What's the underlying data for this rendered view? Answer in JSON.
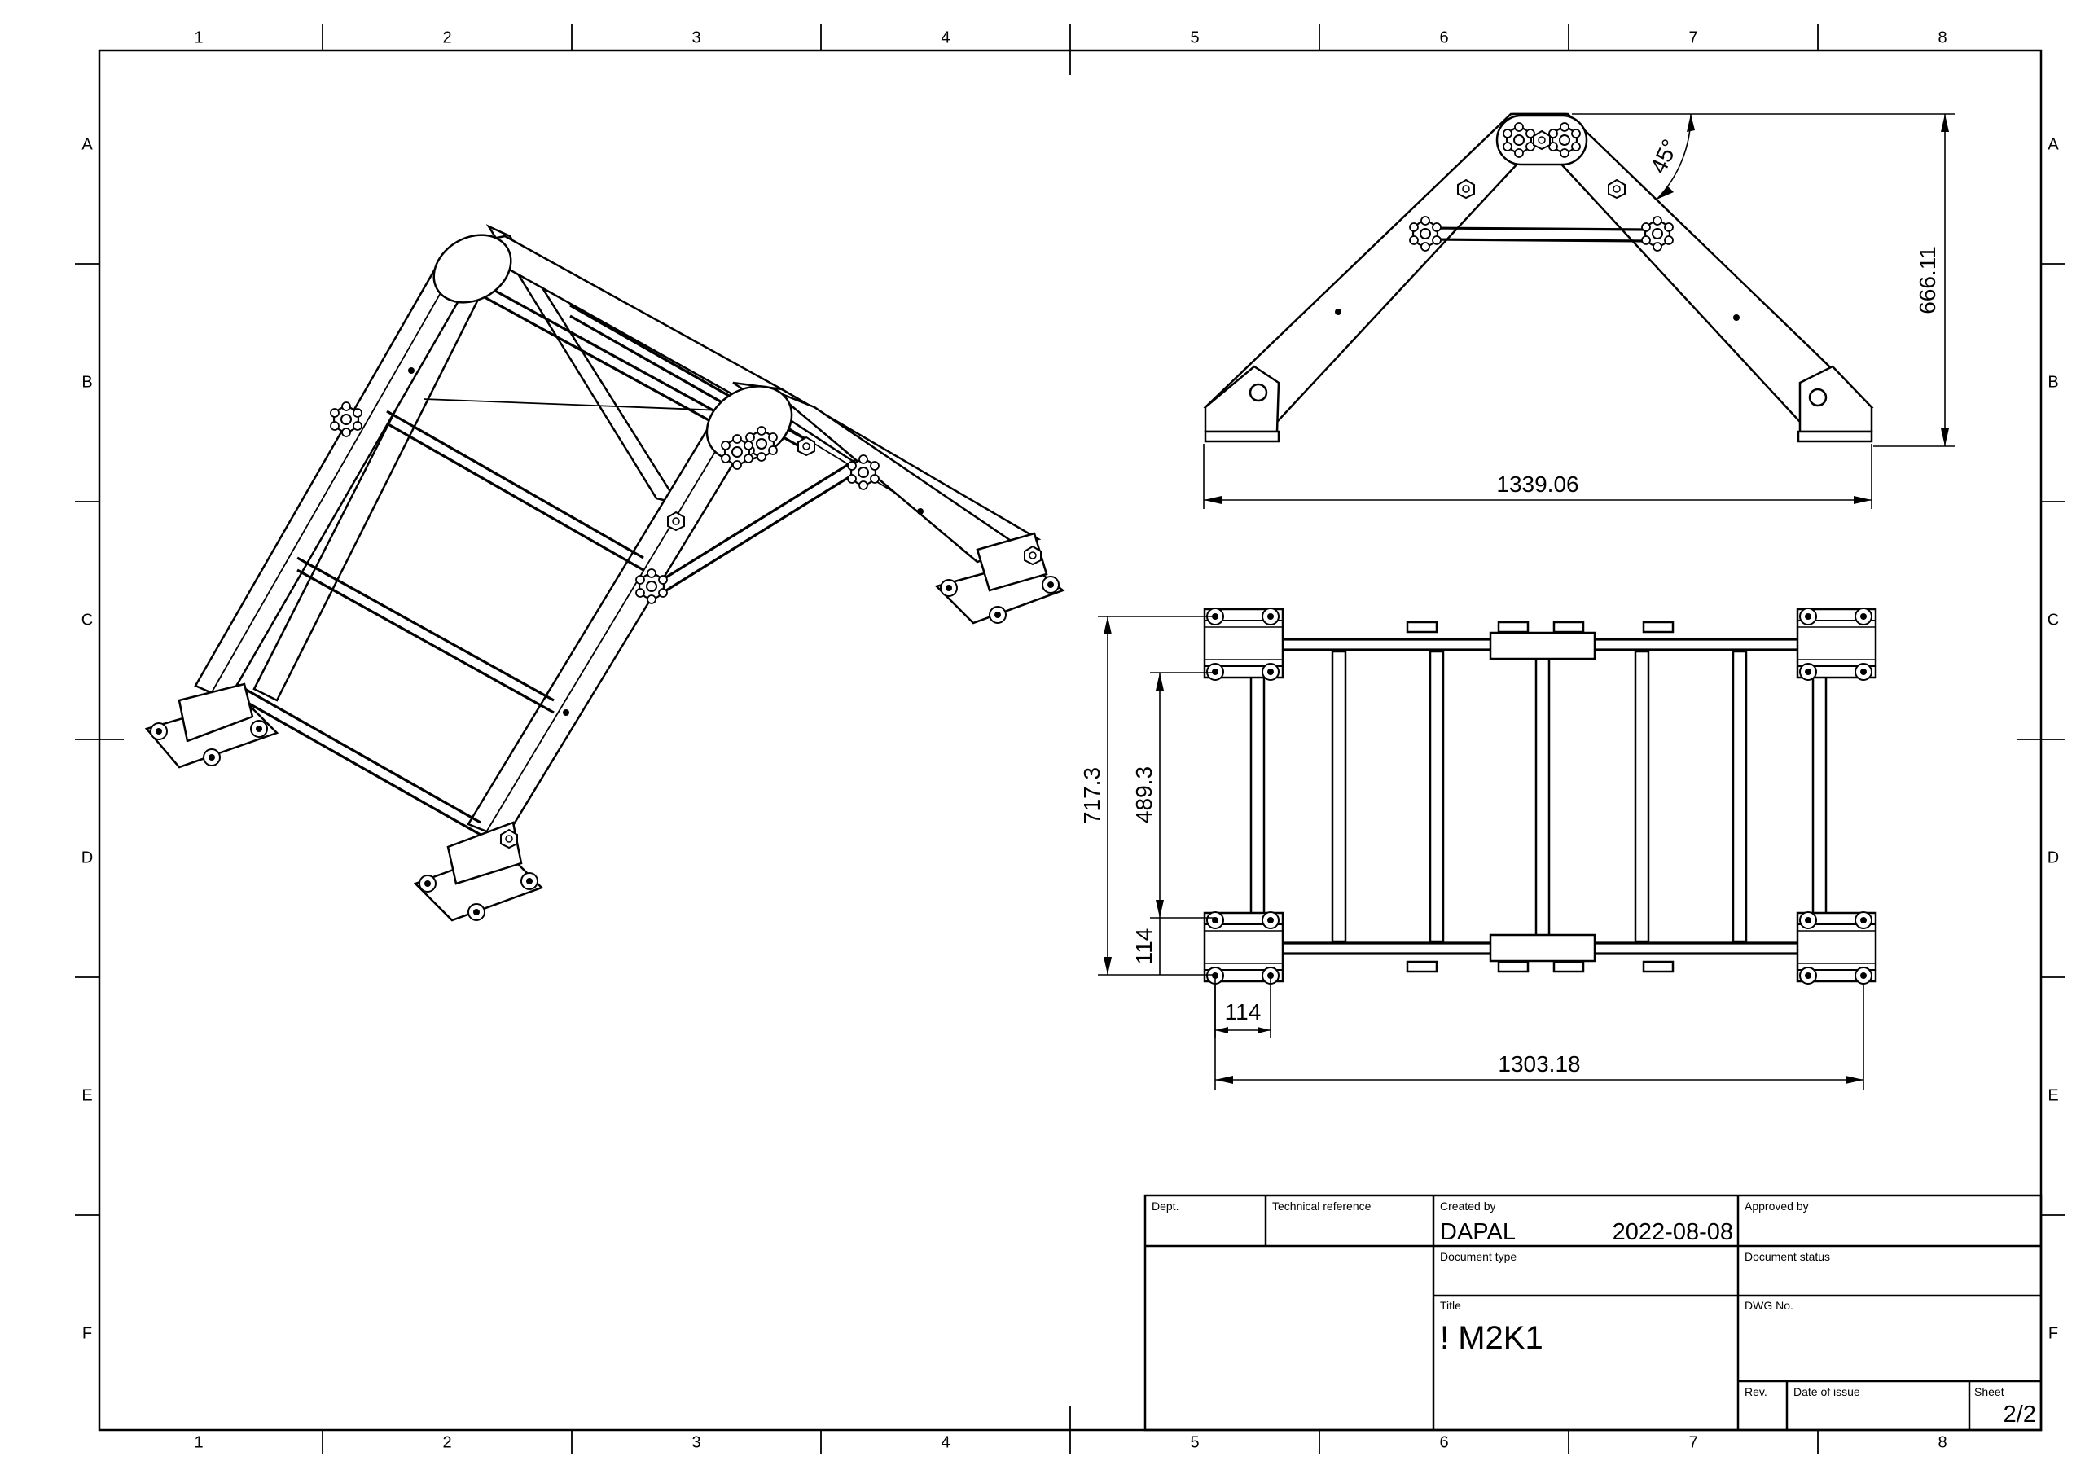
{
  "grid": {
    "columns": [
      "1",
      "2",
      "3",
      "4",
      "5",
      "6",
      "7",
      "8"
    ],
    "rows": [
      "A",
      "B",
      "C",
      "D",
      "E",
      "F"
    ]
  },
  "dimensions": {
    "front_width": "1339.06",
    "front_height": "666.11",
    "front_angle": "45°",
    "top_total_depth": "717.3",
    "top_inner_depth": "489.3",
    "top_offset_y": "114",
    "top_offset_x": "114",
    "top_width": "1303.18"
  },
  "title_block": {
    "dept_label": "Dept.",
    "tech_ref_label": "Technical reference",
    "created_by_label": "Created by",
    "created_by": "DAPAL",
    "created_date": "2022-08-08",
    "approved_by_label": "Approved by",
    "doc_type_label": "Document type",
    "doc_status_label": "Document status",
    "title_label": "Title",
    "title": "! M2K1",
    "dwg_no_label": "DWG No.",
    "rev_label": "Rev.",
    "date_issue_label": "Date of issue",
    "sheet_label": "Sheet",
    "sheet": "2/2"
  }
}
